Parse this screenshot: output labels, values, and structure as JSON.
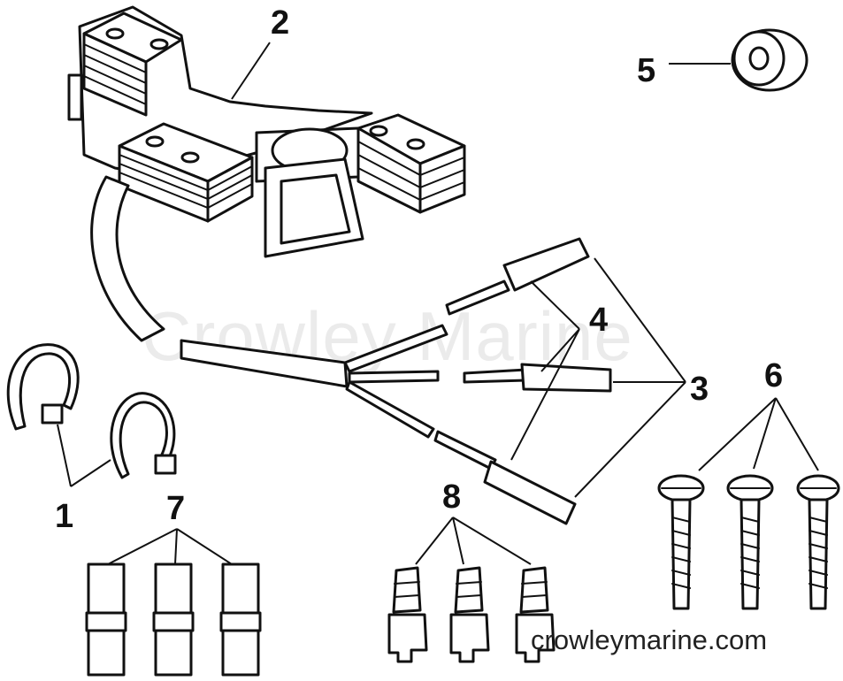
{
  "diagram": {
    "callouts": {
      "c1": "1",
      "c2": "2",
      "c3": "3",
      "c4": "4",
      "c5": "5",
      "c6": "6",
      "c7": "7",
      "c8": "8"
    },
    "watermark_center": "Crowley Marine",
    "watermark_footer": "crowleymarine.com"
  }
}
